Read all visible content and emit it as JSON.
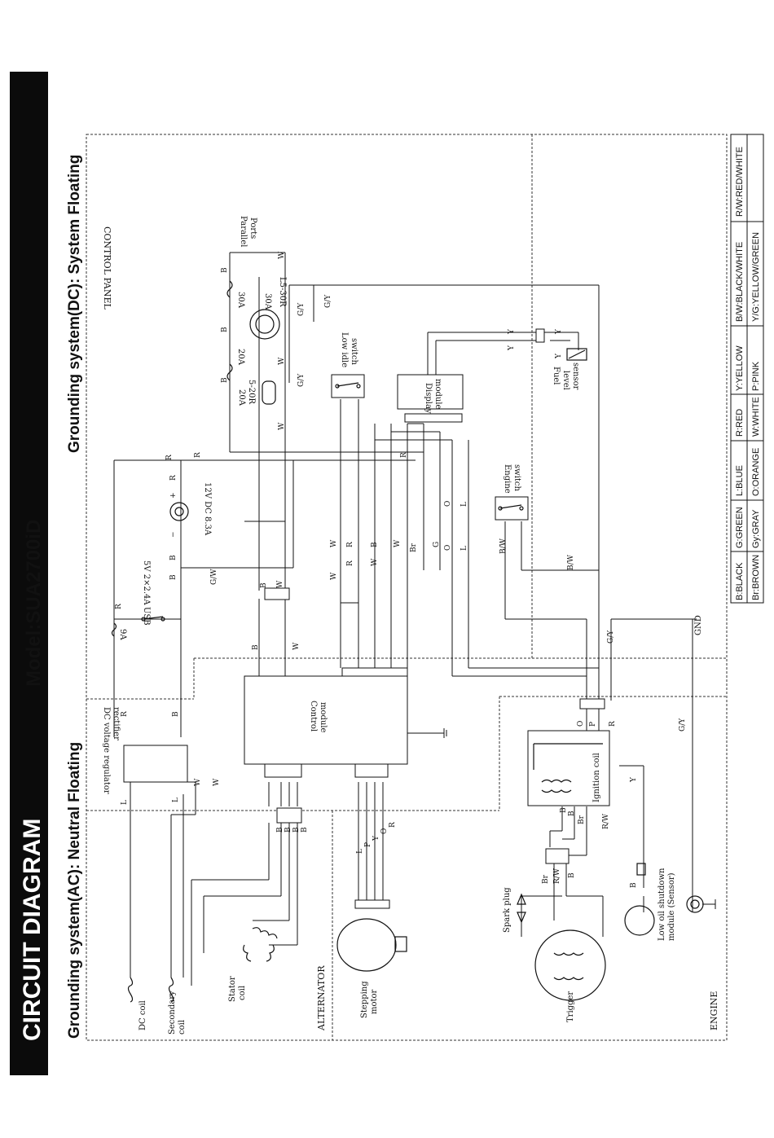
{
  "header": {
    "title": "CIRCUIT DIAGRAM",
    "model": "Model:SUA2700iD",
    "ground_ac": "Grounding system(AC): Neutral Floating",
    "ground_dc": "Grounding system(DC): System Floating"
  },
  "sections": {
    "control_panel": "CONTROL PANEL",
    "alternator": "ALTERNATOR",
    "engine": "ENGINE"
  },
  "components": {
    "parallel_ports": [
      "Parallel",
      "Ports"
    ],
    "low_idle_switch": [
      "Low idle",
      "switch"
    ],
    "display_module": [
      "Display",
      "module"
    ],
    "fuel_level_sensor": [
      "Fuel",
      "level",
      "sensor"
    ],
    "engine_switch": [
      "Engine",
      "switch"
    ],
    "dc_outlet": "12V DC 8.3A",
    "usb": "USB",
    "usb_rating": "5V 2×2.4A",
    "fuse": "9A",
    "control_module": [
      "Control",
      "module"
    ],
    "regulator": [
      "DC voltage regulator",
      "rectifier"
    ],
    "outlet_30a": "30A",
    "outlet_30a_type": "L5-30R",
    "outlet_20a": "20A",
    "outlet_20a_type": "5-20R",
    "breaker_30a": "30A",
    "breaker_20a": "20A",
    "dc_coil": "DC coil",
    "secondary_coil": [
      "Secondary",
      "coil"
    ],
    "stator_coil": [
      "Stator",
      "coil"
    ],
    "stepping_motor": [
      "Stepping",
      "motor"
    ],
    "spark_plug": "Spark plug",
    "ignition_coil": "Ignition coil",
    "trigger": "Trigger",
    "low_oil": [
      "Low oil shutdown",
      "module (Sensor)"
    ],
    "gnd": "GND"
  },
  "legend": {
    "row1": [
      "B:BLACK",
      "G:GREEN",
      "L:BLUE",
      "R:RED",
      "Y:YELLOW",
      "B/W:BLACK/WHITE",
      "R/W:RED/WHITE"
    ],
    "row2": [
      "Br:BROWN",
      "Gy:GRAY",
      "O:ORANGE",
      "W:WHITE",
      "P:PINK",
      "Y/G:YELLOW/GREEN",
      ""
    ]
  },
  "wire_labels": {
    "R": "R",
    "B": "B",
    "W": "W",
    "G": "G",
    "O": "O",
    "L": "L",
    "Y": "Y",
    "P": "P",
    "Br": "Br",
    "GY": "G/Y",
    "GW": "G/W",
    "BW": "B/W",
    "RW": "R/W",
    "plus": "+",
    "minus": "−"
  }
}
